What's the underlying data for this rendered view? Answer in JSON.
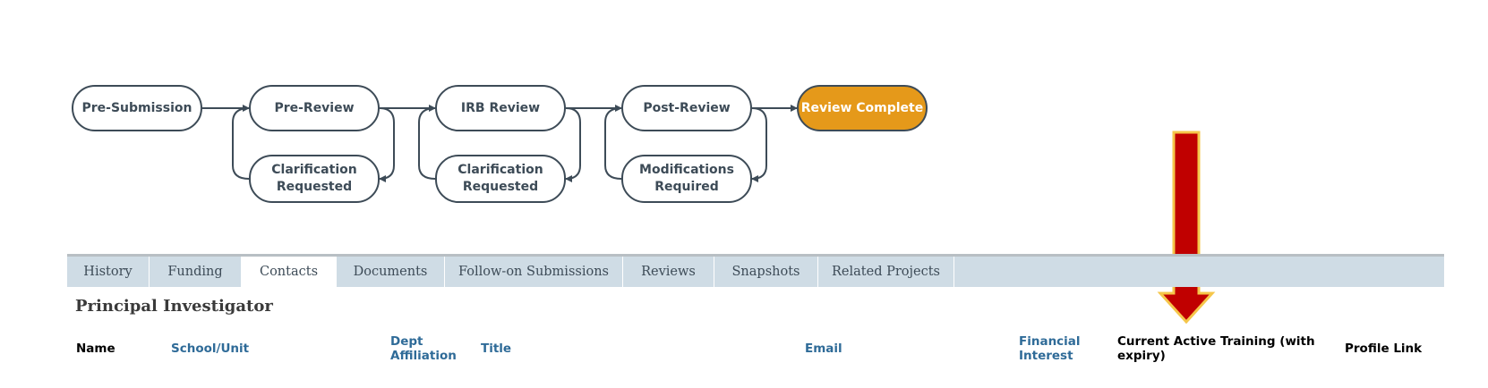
{
  "workflow": {
    "pre_submission": "Pre-Submission",
    "pre_review": "Pre-Review",
    "irb_review": "IRB Review",
    "post_review": "Post-Review",
    "review_complete": "Review Complete",
    "clarification_1_line1": "Clarification",
    "clarification_1_line2": "Requested",
    "clarification_2_line1": "Clarification",
    "clarification_2_line2": "Requested",
    "modifications_line1": "Modifications",
    "modifications_line2": "Required"
  },
  "colors": {
    "complete": "#e5991a",
    "arrow": "#c00000",
    "arrow_outline": "#f5c64a"
  },
  "tabs": [
    {
      "label": "History"
    },
    {
      "label": "Funding"
    },
    {
      "label": "Contacts",
      "active": true
    },
    {
      "label": "Documents"
    },
    {
      "label": "Follow-on Submissions"
    },
    {
      "label": "Reviews"
    },
    {
      "label": "Snapshots"
    },
    {
      "label": "Related Projects"
    }
  ],
  "section": {
    "title": "Principal Investigator"
  },
  "columns": {
    "name": "Name",
    "school_unit": "School/Unit",
    "dept_line1": "Dept",
    "dept_line2": "Affiliation",
    "title": "Title",
    "email": "Email",
    "financial_line1": "Financial",
    "financial_line2": "Interest",
    "training_line1": "Current Active Training (with",
    "training_line2": "expiry)",
    "profile_link": "Profile Link"
  }
}
